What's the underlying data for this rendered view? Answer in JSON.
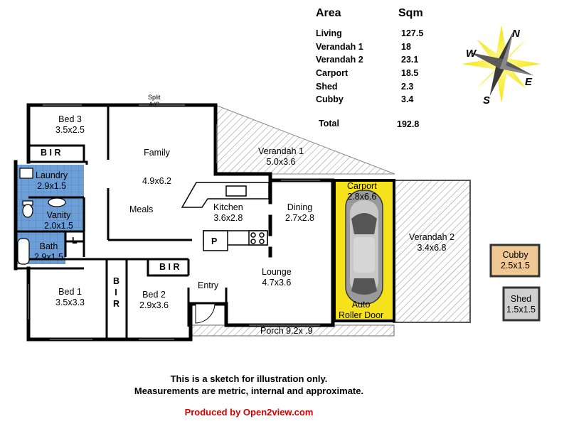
{
  "area_table": {
    "header_area": "Area",
    "header_sqm": "Sqm",
    "rows": [
      {
        "label": "Living",
        "value": "127.5"
      },
      {
        "label": "Verandah 1",
        "value": "18"
      },
      {
        "label": "Verandah 2",
        "value": "23.1"
      },
      {
        "label": "Carport",
        "value": "18.5"
      },
      {
        "label": "Shed",
        "value": "2.3"
      },
      {
        "label": "Cubby",
        "value": "3.4"
      }
    ],
    "total_label": "Total",
    "total_value": "192.8"
  },
  "compass": {
    "n": "N",
    "e": "E",
    "s": "S",
    "w": "W"
  },
  "rooms": {
    "bed3": {
      "name": "Bed 3",
      "dims": "3.5x2.5"
    },
    "family": {
      "name": "Family",
      "dims": "4.9x6.2"
    },
    "split_ac": {
      "line1": "Split",
      "line2": "A/C"
    },
    "bir_top": "B I R",
    "laundry": {
      "name": "Laundry",
      "dims": "2.9x1.5"
    },
    "vanity": {
      "name": "Vanity",
      "dims": "2.0x1.5"
    },
    "bath": {
      "name": "Bath",
      "dims": "2.9x1.5"
    },
    "linen": "L",
    "meals": "Meals",
    "kitchen": {
      "name": "Kitchen",
      "dims": "3.6x2.8"
    },
    "pantry": "P",
    "dining": {
      "name": "Dining",
      "dims": "2.7x2.8"
    },
    "verandah1": {
      "name": "Verandah 1",
      "dims": "5.0x3.6"
    },
    "carport": {
      "name": "Carport",
      "dims": "2.8x6.6"
    },
    "auto_door": {
      "line1": "Auto",
      "line2": "Roller Door"
    },
    "verandah2": {
      "name": "Verandah 2",
      "dims": "3.4x6.8"
    },
    "bed1": {
      "name": "Bed 1",
      "dims": "3.5x3.3"
    },
    "bir_mid": "B I R",
    "bed2": {
      "name": "Bed 2",
      "dims": "2.9x3.6"
    },
    "bir_bed2": "B I R",
    "entry": "Entry",
    "lounge": {
      "name": "Lounge",
      "dims": "4.7x3.6"
    },
    "porch": "Porch 9.2x .9",
    "cubby": {
      "name": "Cubby",
      "dims": "2.5x1.5"
    },
    "shed": {
      "name": "Shed",
      "dims": "1.5x1.5"
    }
  },
  "colors": {
    "wet_area": "#6d9fd6",
    "carport": "#f6e21a",
    "cubby": "#f0c896",
    "shed": "#cfcfcf",
    "wall": "#000000",
    "hatch": "#8a8a8a",
    "credit": "#d40000"
  },
  "footer": {
    "line1": "This is a sketch for illustration only.",
    "line2": "Measurements are metric, internal and approximate.",
    "credit": "Produced by Open2view.com"
  }
}
